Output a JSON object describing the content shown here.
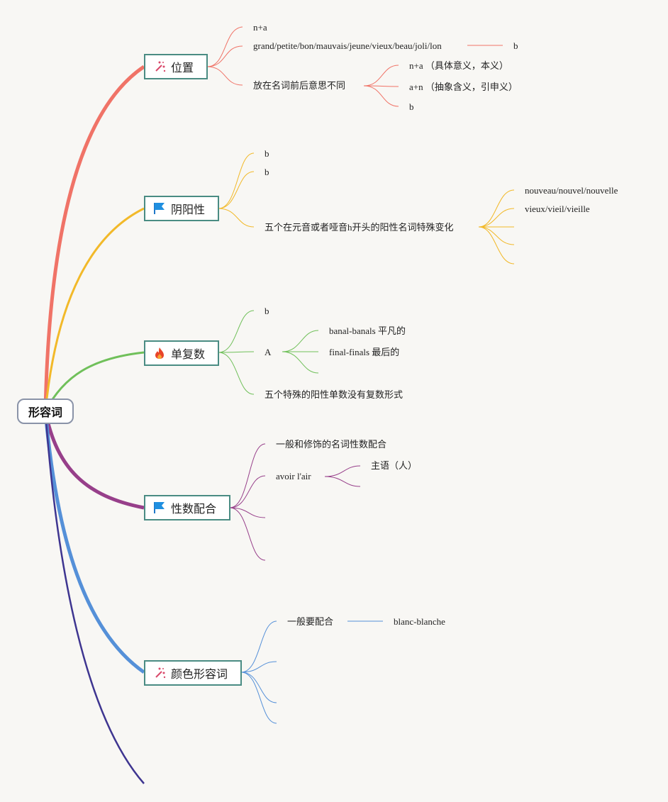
{
  "root": "形容词",
  "branches": [
    {
      "label": "位置",
      "icon": "magic-wand-icon"
    },
    {
      "label": "阴阳性",
      "icon": "flag-icon"
    },
    {
      "label": "单复数",
      "icon": "fire-icon"
    },
    {
      "label": "性数配合",
      "icon": "flag-icon"
    },
    {
      "label": "颜色形容词",
      "icon": "magic-wand-icon"
    }
  ],
  "leaves": {
    "pos_na": "n+a",
    "pos_adj_list": "grand/petite/bon/mauvais/jeune/vieux/beau/joli/lon",
    "pos_adj_list_b": "b",
    "pos_meaning": "放在名词前后意思不同",
    "pos_meaning_na": "n+a （具体意义，本义）",
    "pos_meaning_an": "a+n （抽象含义，引申义）",
    "pos_meaning_b": "b",
    "gen_b1": "b",
    "gen_b2": "b",
    "gen_special": "五个在元音或者哑音h开头的阳性名词特殊变化",
    "gen_nouveau": "nouveau/nouvel/nouvelle",
    "gen_vieux": "vieux/vieil/vieille",
    "num_b": "b",
    "num_a": "A",
    "num_banal": "banal-banals 平凡的",
    "num_final": "final-finals 最后的",
    "num_special": "五个特殊的阳性单数没有复数形式",
    "agr_general": "一般和修饰的名词性数配合",
    "agr_avoir": "avoir l'air",
    "agr_subject": "主语（人）",
    "col_general": "一般要配合",
    "col_blanc": "blanc-blanche"
  },
  "colors": {
    "pos": "#f07367",
    "gen": "#f2b929",
    "num": "#70c05a",
    "agr": "#973f8a",
    "col": "#5590d8",
    "extra": "#3e3590",
    "node_border": "#4a8c83"
  }
}
